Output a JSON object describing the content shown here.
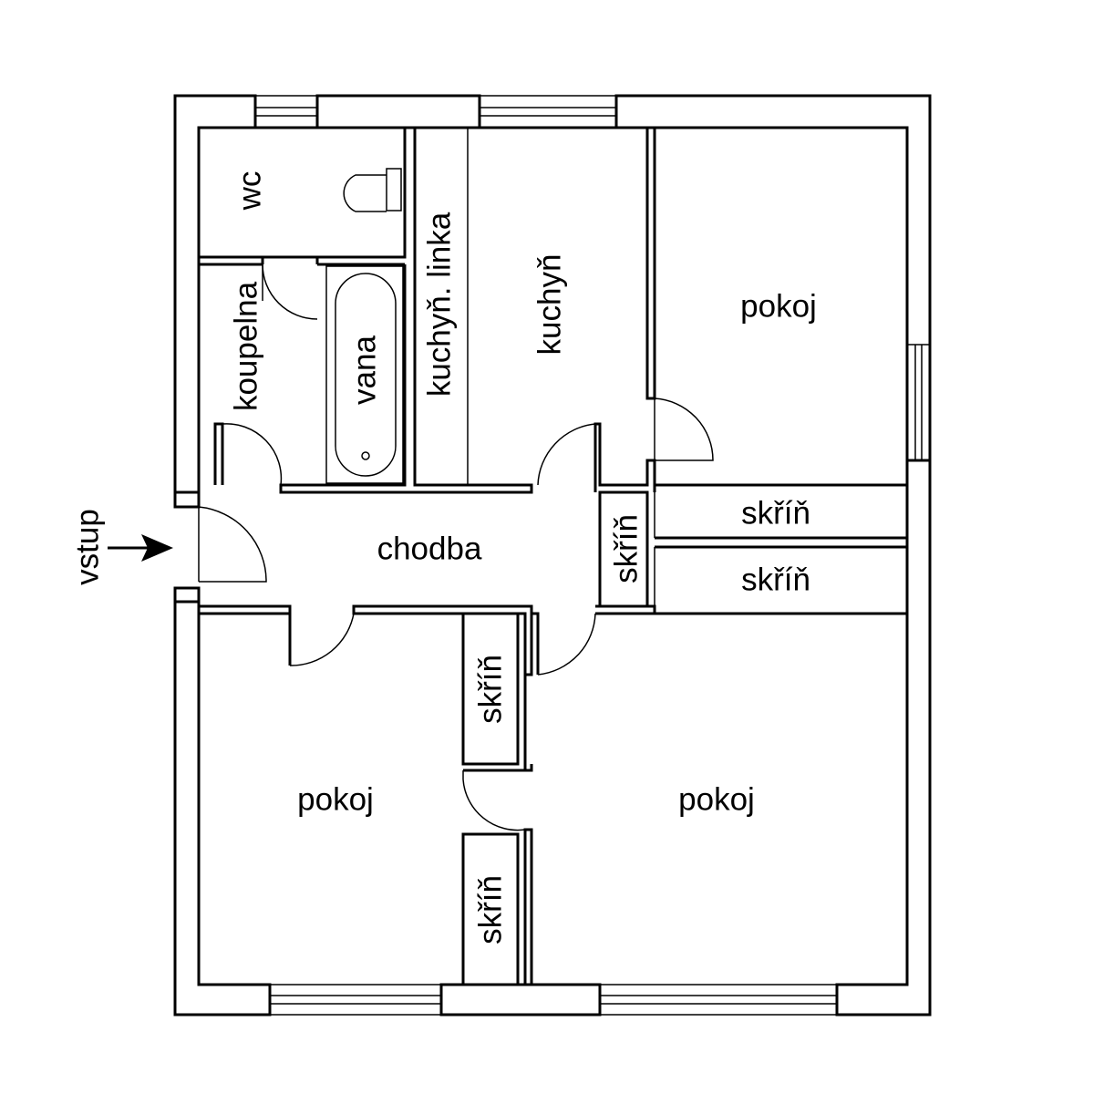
{
  "labels": {
    "wc": "wc",
    "koupelna": "koupelna",
    "vana": "vana",
    "kuchyn_linka": "kuchyň. linka",
    "kuchyn": "kuchyň",
    "pokoj_top_right": "pokoj",
    "chodba": "chodba",
    "skrin_hall": "skříň",
    "skrin_top_right": "skříň",
    "skrin_right_middle": "skříň",
    "skrin_left_upper": "skříň",
    "skrin_left_lower": "skříň",
    "pokoj_bottom_left": "pokoj",
    "pokoj_bottom_right": "pokoj",
    "vstup": "vstup"
  }
}
